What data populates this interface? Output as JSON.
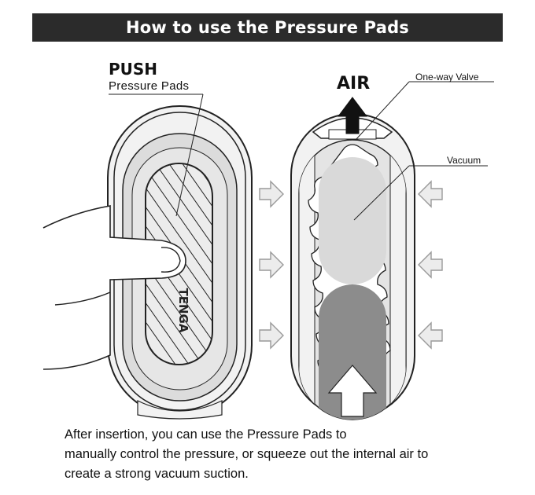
{
  "header": {
    "title": "How to use the Pressure Pads"
  },
  "left_figure": {
    "push_label": "PUSH",
    "pads_label": "Pressure Pads",
    "brand_mark": "TENGA"
  },
  "right_figure": {
    "air_label": "AIR",
    "valve_label": "One-way Valve",
    "vacuum_label": "Vacuum"
  },
  "description": {
    "line1": "After insertion, you can use the Pressure Pads to",
    "line2": "manually control the pressure, or squeeze out the internal air to",
    "line3": "create a strong vacuum suction."
  },
  "colors": {
    "banner": "#2b2b2b",
    "outline": "#222222",
    "light_gray": "#e8e8e8",
    "mid_gray": "#c8c8c8",
    "dark_gray": "#8a8a8a",
    "arrow_gray": "#d4d4d4"
  }
}
